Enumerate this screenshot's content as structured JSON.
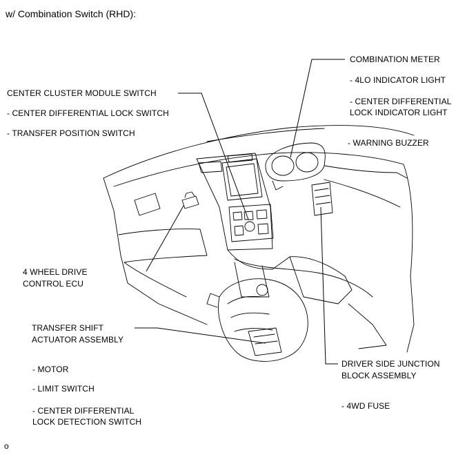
{
  "header": {
    "title": "w/ Combination Switch (RHD):"
  },
  "labels": {
    "center_cluster_module_switch": "CENTER CLUSTER MODULE SWITCH",
    "center_diff_lock_switch": "- CENTER DIFFERENTIAL LOCK SWITCH",
    "transfer_position_switch": "- TRANSFER POSITION SWITCH",
    "combination_meter": "COMBINATION METER",
    "lo4_indicator_light": "- 4LO INDICATOR LIGHT",
    "center_diff_lock_indicator_light_1": "- CENTER DIFFERENTIAL",
    "center_diff_lock_indicator_light_2": "LOCK INDICATOR LIGHT",
    "warning_buzzer": "- WARNING BUZZER",
    "four_wd_control_ecu_1": "4 WHEEL DRIVE",
    "four_wd_control_ecu_2": "CONTROL ECU",
    "transfer_shift_actuator_1": "TRANSFER SHIFT",
    "transfer_shift_actuator_2": "ACTUATOR ASSEMBLY",
    "motor": "- MOTOR",
    "limit_switch": "- LIMIT SWITCH",
    "center_diff_lock_detection_1": "- CENTER DIFFERENTIAL",
    "center_diff_lock_detection_2": "LOCK DETECTION SWITCH",
    "driver_side_junction_block_1": "DRIVER SIDE JUNCTION",
    "driver_side_junction_block_2": "BLOCK ASSEMBLY",
    "fuse_4wd": "- 4WD FUSE"
  },
  "footer": {
    "code": "o"
  }
}
